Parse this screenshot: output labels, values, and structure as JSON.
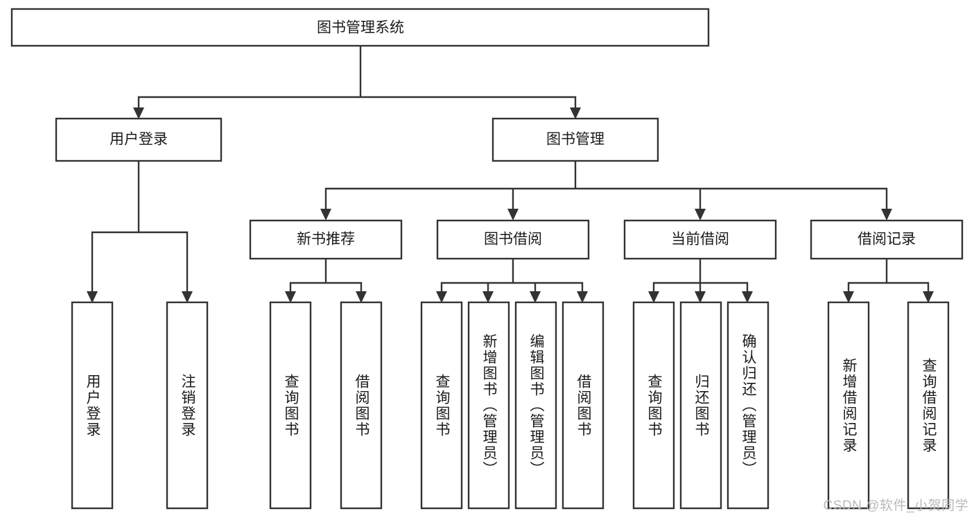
{
  "diagram": {
    "title": "图书管理系统",
    "type": "tree-hierarchy",
    "orientation": "top-down",
    "stroke_color": "#333333",
    "fill_color": "#ffffff",
    "text_color": "#1a1a1a",
    "root": {
      "label": "图书管理系统"
    },
    "level2": [
      {
        "label": "用户登录"
      },
      {
        "label": "图书管理"
      }
    ],
    "level3": [
      {
        "label": "新书推荐"
      },
      {
        "label": "图书借阅"
      },
      {
        "label": "当前借阅"
      },
      {
        "label": "借阅记录"
      }
    ],
    "leaves": {
      "user_login": [
        {
          "label": "用户登录"
        },
        {
          "label": "注销登录"
        }
      ],
      "new_book_recommend": [
        {
          "label": "查询图书"
        },
        {
          "label": "借阅图书"
        }
      ],
      "book_borrow": [
        {
          "label": "查询图书"
        },
        {
          "label": "新增图书（管理员）"
        },
        {
          "label": "编辑图书（管理员）"
        },
        {
          "label": "借阅图书"
        }
      ],
      "current_borrow": [
        {
          "label": "查询图书"
        },
        {
          "label": "归还图书"
        },
        {
          "label": "确认归还（管理员）"
        }
      ],
      "borrow_record": [
        {
          "label": "新增借阅记录"
        },
        {
          "label": "查询借阅记录"
        }
      ]
    }
  },
  "watermark": {
    "text": "CSDN @软件_小贺同学"
  }
}
